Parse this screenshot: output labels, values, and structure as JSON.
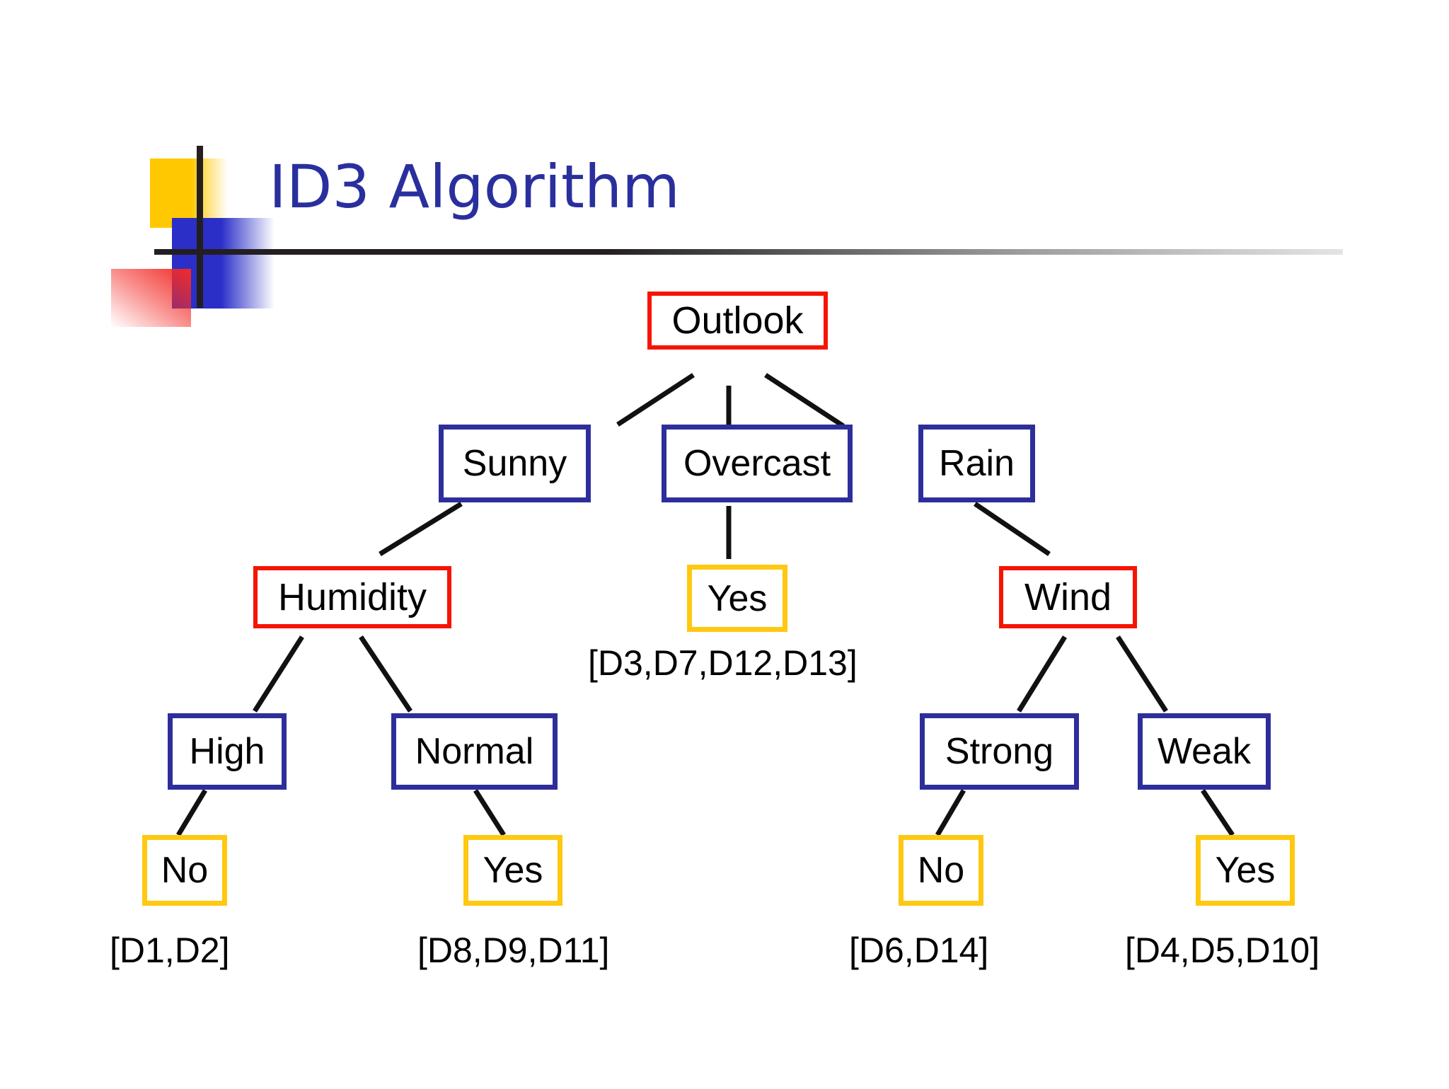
{
  "slide": {
    "title": "ID3 Algorithm",
    "title_color": "#2A2F9E",
    "background": "#ffffff"
  },
  "decor": {
    "yellow_block": "#FFC800",
    "blue_block": "#2B2FC8",
    "red_block": "#F22B26",
    "rule_color": "#231f20"
  },
  "palette": {
    "attribute_border": "#F61403",
    "branch_border": "#2E2E9B",
    "leaf_border": "#FFC811",
    "edge_color": "#111111",
    "text": "#000000"
  },
  "tree": {
    "root": {
      "label": "Outlook",
      "kind": "attribute"
    },
    "nodes": [
      {
        "id": "outlook",
        "label": "Outlook",
        "kind": "attribute"
      },
      {
        "id": "sunny",
        "label": "Sunny",
        "kind": "branch"
      },
      {
        "id": "overcast",
        "label": "Overcast",
        "kind": "branch"
      },
      {
        "id": "rain",
        "label": "Rain",
        "kind": "branch"
      },
      {
        "id": "humidity",
        "label": "Humidity",
        "kind": "attribute"
      },
      {
        "id": "yes_over",
        "label": "Yes",
        "kind": "leaf"
      },
      {
        "id": "wind",
        "label": "Wind",
        "kind": "attribute"
      },
      {
        "id": "high",
        "label": "High",
        "kind": "branch"
      },
      {
        "id": "normal",
        "label": "Normal",
        "kind": "branch"
      },
      {
        "id": "strong",
        "label": "Strong",
        "kind": "branch"
      },
      {
        "id": "weak",
        "label": "Weak",
        "kind": "branch"
      },
      {
        "id": "no_high",
        "label": "No",
        "kind": "leaf"
      },
      {
        "id": "yes_norm",
        "label": "Yes",
        "kind": "leaf"
      },
      {
        "id": "no_strong",
        "label": "No",
        "kind": "leaf"
      },
      {
        "id": "yes_weak",
        "label": "Yes",
        "kind": "leaf"
      }
    ],
    "dataset_labels": [
      {
        "id": "ds_overcast",
        "text": "[D3,D7,D12,D13]"
      },
      {
        "id": "ds_high",
        "text": "[D1,D2]"
      },
      {
        "id": "ds_normal",
        "text": "[D8,D9,D11]"
      },
      {
        "id": "ds_strong",
        "text": "[D6,D14]"
      },
      {
        "id": "ds_weak",
        "text": "[D4,D5,D10]"
      }
    ]
  }
}
